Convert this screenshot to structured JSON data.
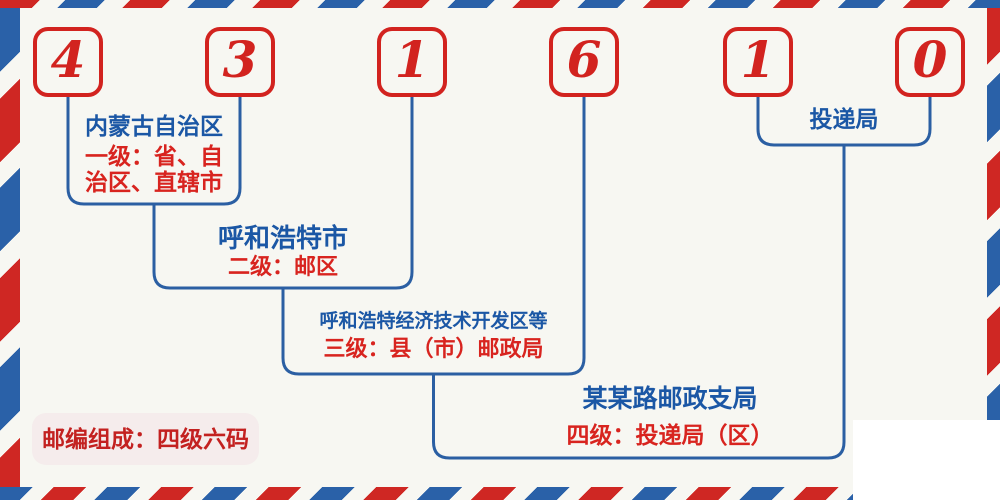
{
  "postal_code": {
    "digits": [
      "4",
      "3",
      "1",
      "6",
      "1",
      "0"
    ]
  },
  "levels": [
    {
      "name": "内蒙古自治区",
      "rule": "一级：省、自治区、直辖市"
    },
    {
      "name": "呼和浩特市",
      "rule": "二级：邮区"
    },
    {
      "name": "呼和浩特经济技术开发区等",
      "rule": "三级：县（市）邮政局"
    },
    {
      "name": "某某路邮政支局",
      "rule": "四级：投递局（区）"
    }
  ],
  "delivery_office_label": "投递局",
  "composition_note": "邮编组成：四级六码",
  "colors": {
    "stripe_red": "#cf2723",
    "stripe_blue": "#2a61a8",
    "digit_red": "#d2231f",
    "connector_blue": "#2b5fa3",
    "label_blue": "#1b57a5",
    "label_red": "#d8241f",
    "badge_background": "#f5ecec",
    "badge_text": "#c32120",
    "background": "#f7f7f2"
  }
}
